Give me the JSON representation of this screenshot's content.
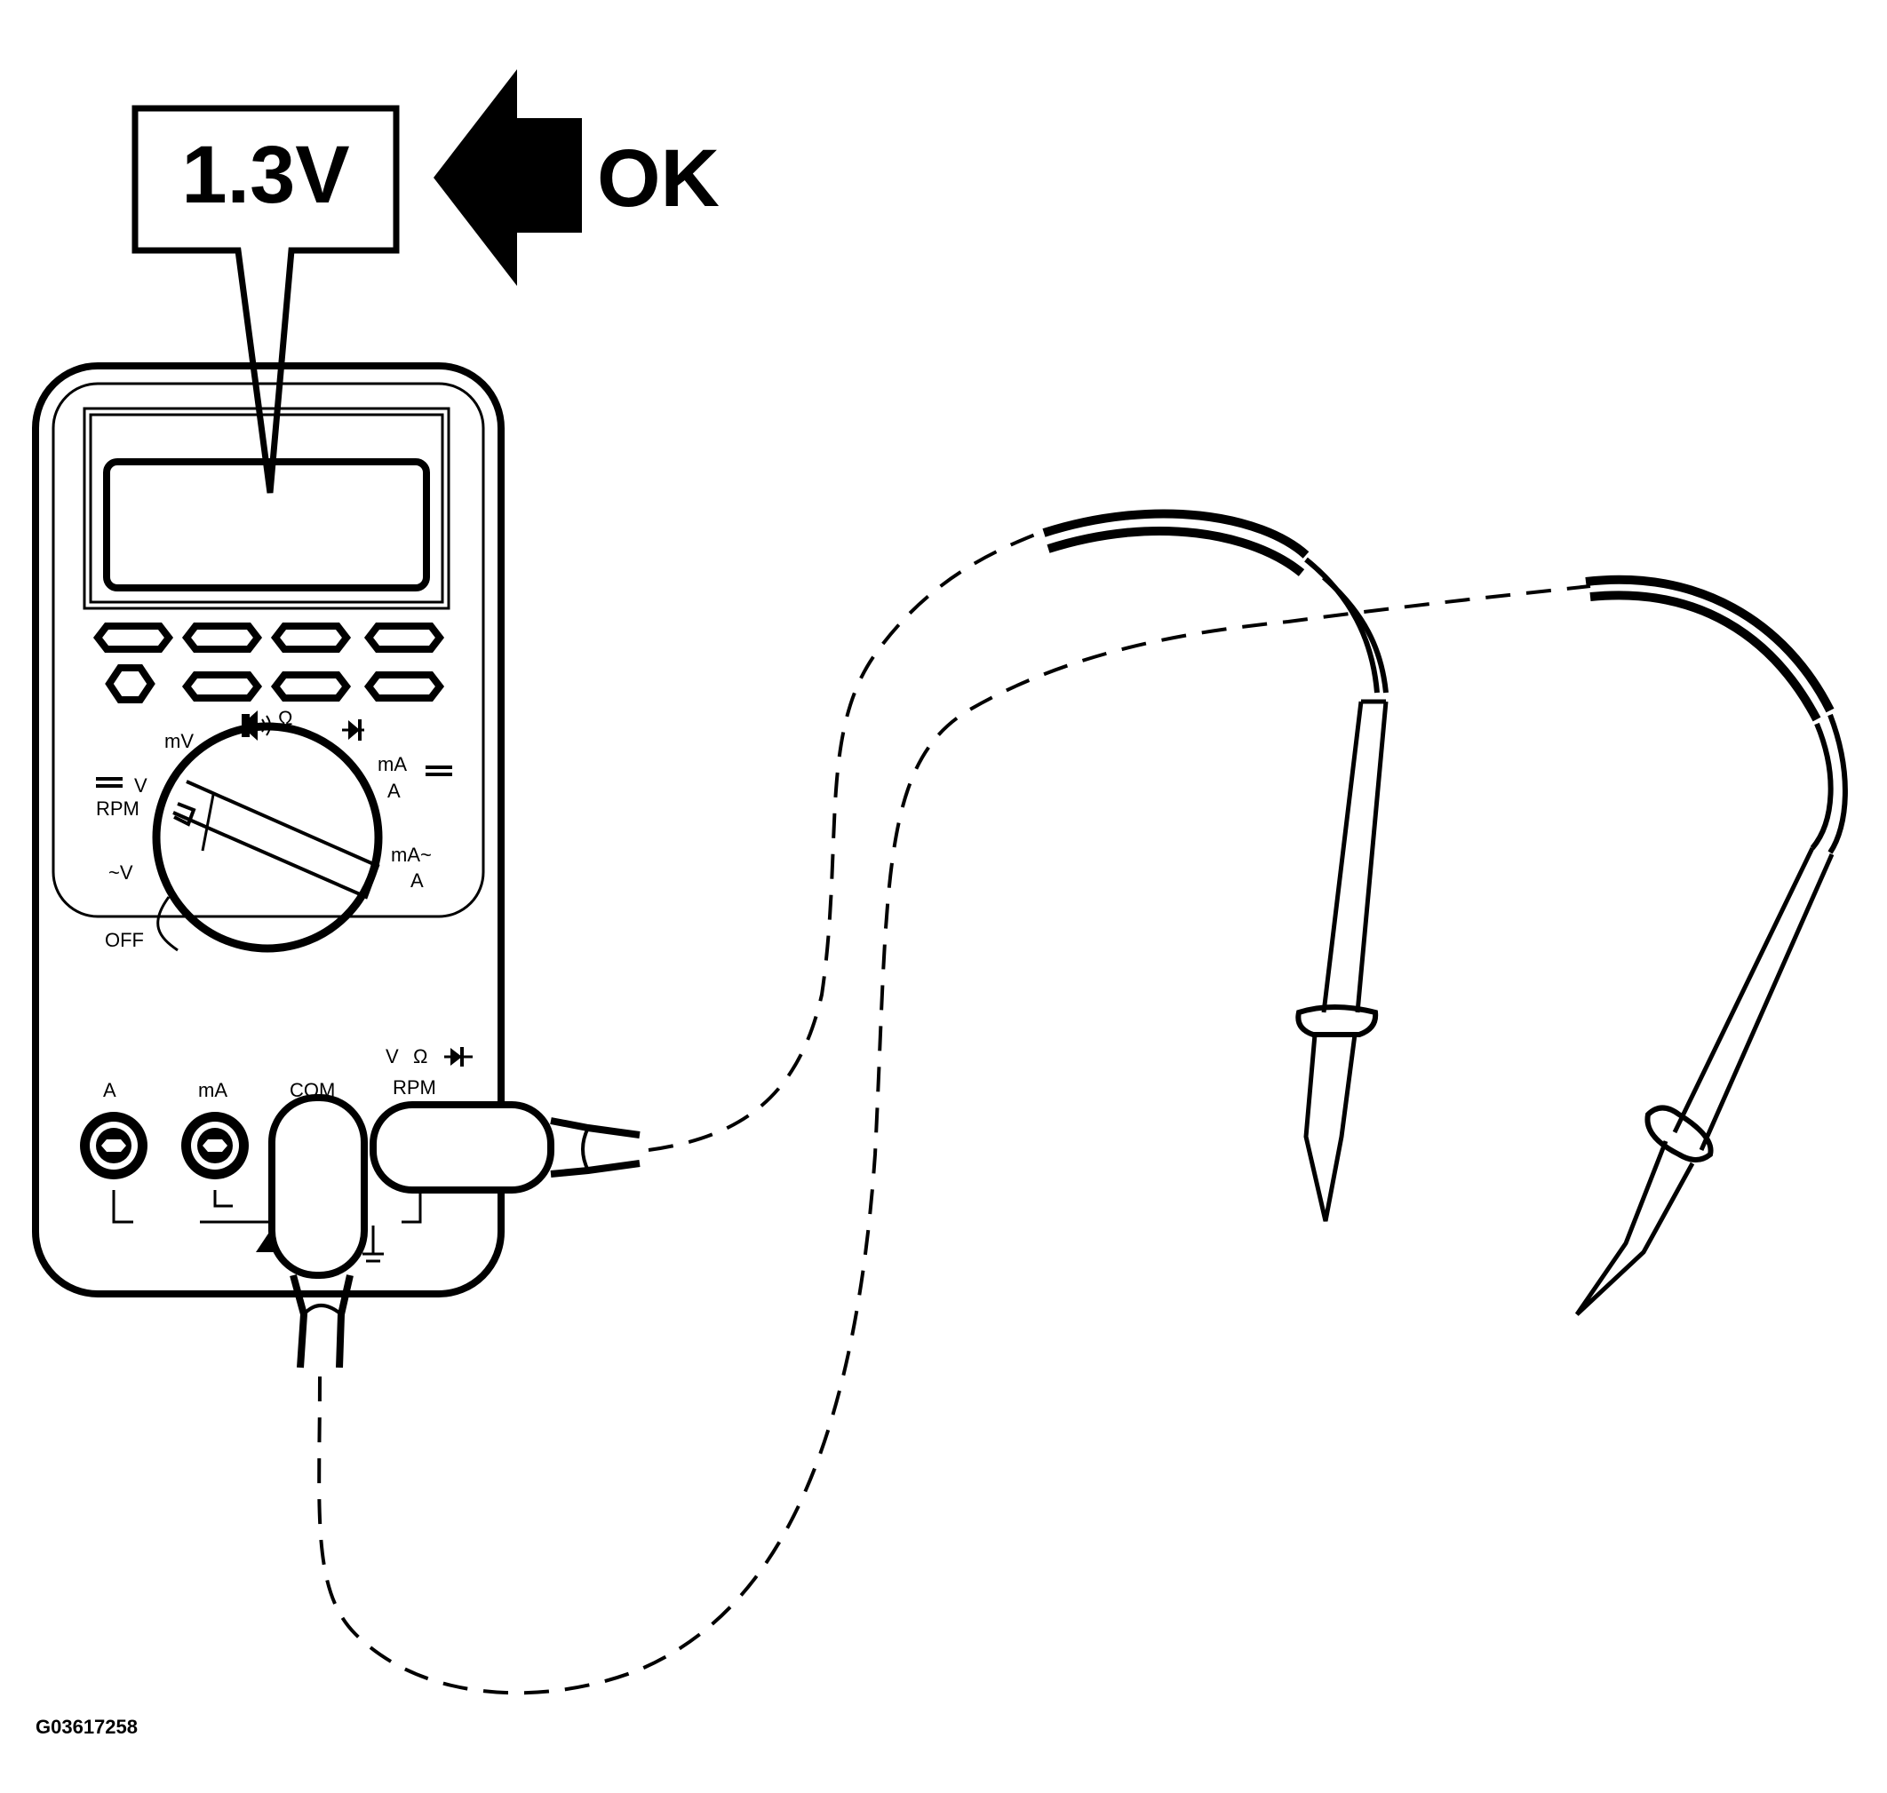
{
  "callout": {
    "reading": "1.3V",
    "status": "OK"
  },
  "dial": {
    "mv": "mV",
    "ohm": "Ω",
    "ma_dc": "mA",
    "a_dc": "A",
    "v_dc": "V",
    "rpm": "RPM",
    "v_ac": "~V",
    "ma_ac": "mA~",
    "a_ac": "A",
    "off": "OFF"
  },
  "jacks": {
    "a": "A",
    "ma": "mA",
    "com": "COM",
    "v": "V",
    "ohm": "Ω",
    "rpm": "RPM"
  },
  "figure_id": "G03617258"
}
